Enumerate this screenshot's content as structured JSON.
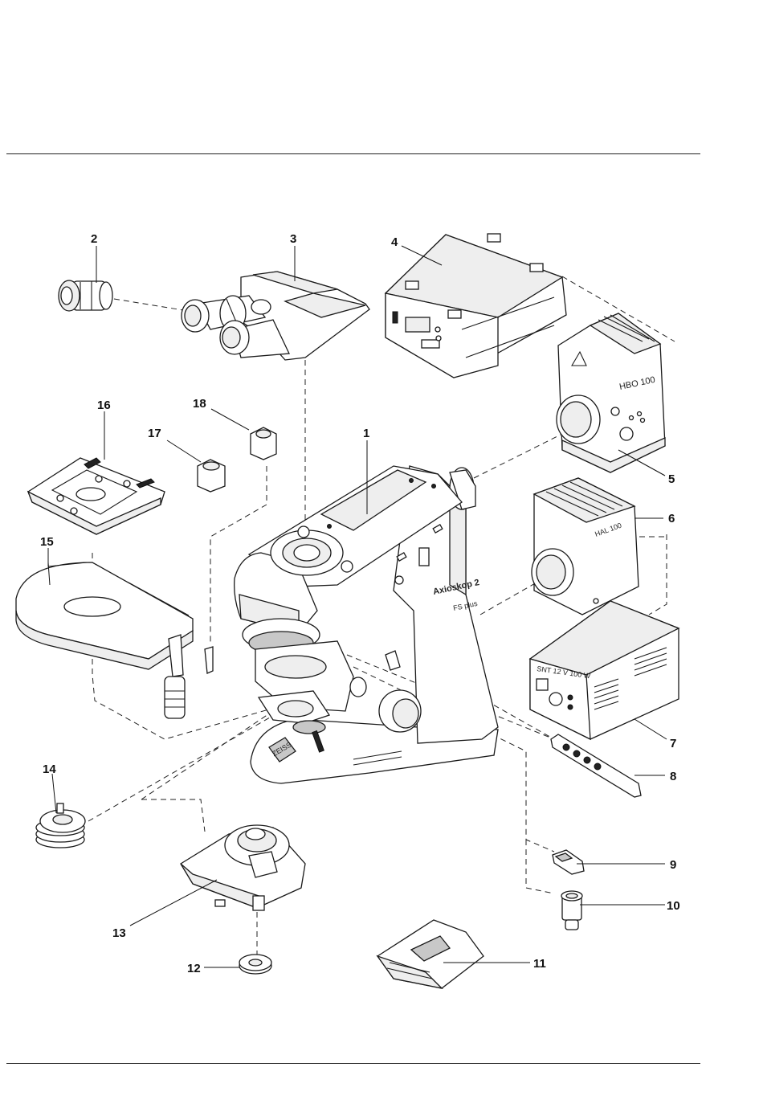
{
  "callouts": [
    "1",
    "2",
    "3",
    "4",
    "5",
    "6",
    "7",
    "8",
    "9",
    "10",
    "11",
    "12",
    "13",
    "14",
    "15",
    "16",
    "17",
    "18"
  ],
  "device_text": {
    "model_name": "Axioskop 2",
    "model_variant": "FS plus",
    "hbo_label": "HBO 100",
    "hal_label": "HAL 100",
    "psu_label": "SNT 12 V 100 W",
    "brand": "ZEISS"
  }
}
